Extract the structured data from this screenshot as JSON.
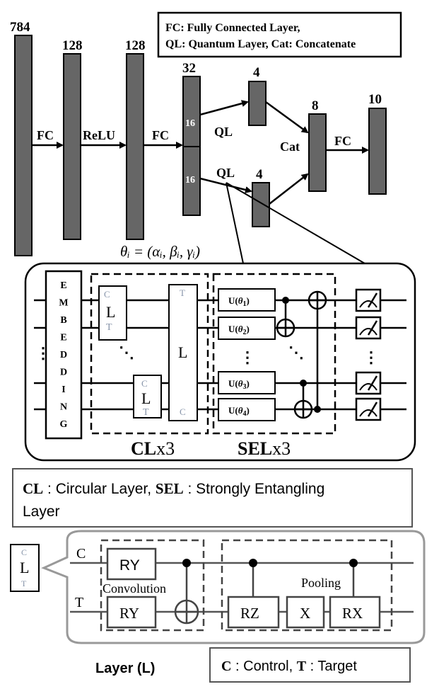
{
  "legend_top": {
    "line1": "FC: Fully Connected Layer,",
    "line2": "QL: Quantum Layer, Cat: Concatenate"
  },
  "network": {
    "sizes": {
      "input": "784",
      "h1": "128",
      "h2": "128",
      "h3": "32",
      "q1": "4",
      "q2": "4",
      "cat": "8",
      "out": "10"
    },
    "split_top": "16",
    "split_bottom": "16",
    "labels": {
      "fc1": "FC",
      "relu": "ReLU",
      "fc2": "FC",
      "ql1": "QL",
      "ql2": "QL",
      "cat": "Cat",
      "fc3": "FC"
    },
    "theta": "θᵢ = (αᵢ, βᵢ, γᵢ)"
  },
  "circuit": {
    "embedding": [
      "E",
      "M",
      "B",
      "E",
      "D",
      "D",
      "I",
      "N",
      "G"
    ],
    "cl_c": "C",
    "cl_l": "L",
    "cl_t": "T",
    "big_l": "L",
    "big_t": "T",
    "big_c": "C",
    "dots": "⋮",
    "diag_dots": "⋱",
    "gates": [
      {
        "u": "U(",
        "theta": "θ",
        "sub": "1",
        "close": ")"
      },
      {
        "u": "U(",
        "theta": "θ",
        "sub": "2",
        "close": ")"
      },
      {
        "u": "U(",
        "theta": "θ",
        "sub": "3",
        "close": ")"
      },
      {
        "u": "U(",
        "theta": "θ",
        "sub": "4",
        "close": ")"
      }
    ],
    "cl_label": "CL",
    "cl_suffix": "x3",
    "sel_label": "SEL",
    "sel_suffix": "x3"
  },
  "definition": {
    "cl": "CL",
    "cl_text": " : Circular Layer, ",
    "sel": "SEL",
    "sel_text": " : Strongly Entangling",
    "line2": "Layer"
  },
  "layer_detail": {
    "icon_c": "C",
    "icon_l": "L",
    "icon_t": "T",
    "wire_c": "C",
    "wire_t": "T",
    "ry_top": "RY",
    "ry_bottom": "RY",
    "convolution": "Convolution",
    "pooling": "Pooling",
    "rz": "RZ",
    "x": "X",
    "rx": "RX",
    "caption": "Layer (L)",
    "legend_c": "C",
    "legend_c_text": " : Control, ",
    "legend_t": "T",
    "legend_t_text": " : Target"
  }
}
